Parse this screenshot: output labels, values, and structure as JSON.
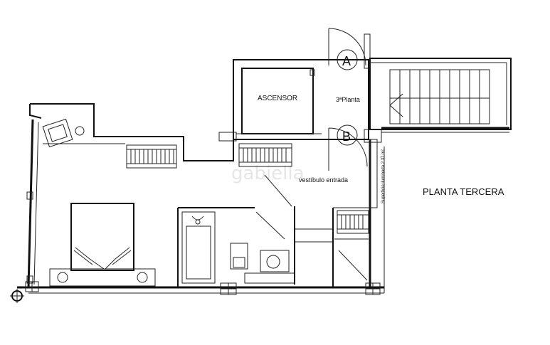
{
  "plan": {
    "title": "PLANTA TERCERA",
    "elevator_label": "ASCENSOR",
    "floor_label": "3ªPlanta",
    "vestibule_label": "vestíbulo entrada",
    "area_label": "Superficie iluminada 2.37 m²",
    "marker_a": "A",
    "marker_b": "B",
    "watermark": "gabiella"
  },
  "colors": {
    "line": "#111111",
    "background": "#ffffff"
  }
}
